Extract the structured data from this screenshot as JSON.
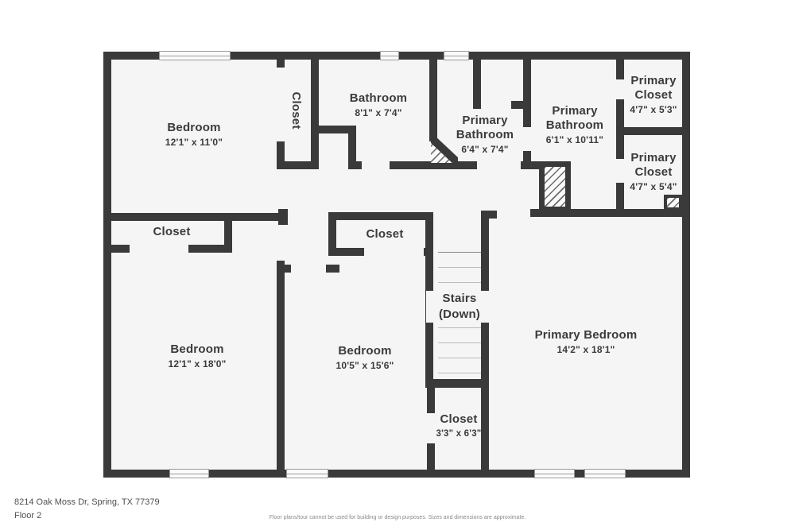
{
  "floorplan": {
    "rooms": [
      {
        "name": "Bedroom",
        "dims": "12'1\" x 11'0\""
      },
      {
        "name": "Closet",
        "dims": ""
      },
      {
        "name": "Bathroom",
        "dims": "8'1\" x 7'4\""
      },
      {
        "name": "Primary Bathroom",
        "dims": "6'4\" x 7'4\""
      },
      {
        "name": "Primary Bathroom",
        "dims": "6'1\" x 10'11\""
      },
      {
        "name": "Primary Closet",
        "dims": "4'7\" x 5'3\""
      },
      {
        "name": "Primary Closet",
        "dims": "4'7\" x 5'4\""
      },
      {
        "name": "Closet",
        "dims": ""
      },
      {
        "name": "Closet",
        "dims": ""
      },
      {
        "name": "Stairs",
        "dims": "(Down)"
      },
      {
        "name": "Bedroom",
        "dims": "12'1\" x 18'0\""
      },
      {
        "name": "Bedroom",
        "dims": "10'5\" x 15'6\""
      },
      {
        "name": "Primary Bedroom",
        "dims": "14'2\" x 18'1\""
      },
      {
        "name": "Closet",
        "dims": "3'3\" x 6'3\""
      }
    ]
  },
  "footer": {
    "address": "8214 Oak Moss Dr, Spring, TX 77379",
    "floor": "Floor 2",
    "disclaimer": "Floor plans/tour cannot be used for building or design purposes. Sizes and dimensions are approximate."
  },
  "colors": {
    "wall": "#3a3a3a",
    "floor_fill": "#f5f5f5",
    "background": "#ffffff"
  }
}
